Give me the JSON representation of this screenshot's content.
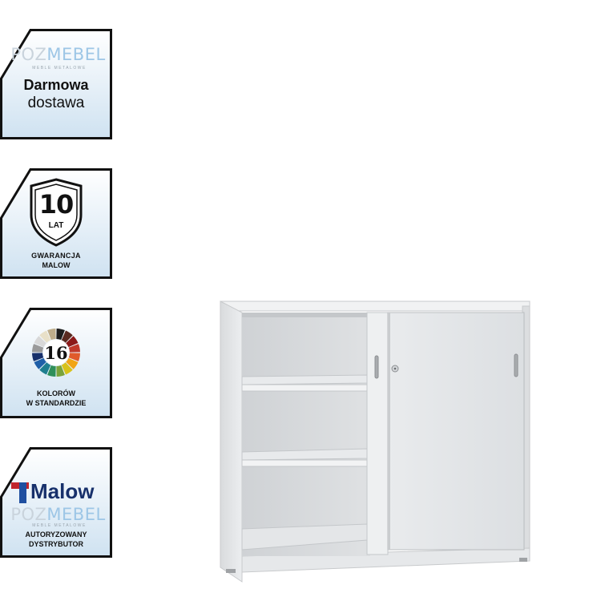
{
  "badges": {
    "delivery": {
      "logo_main": "POZ",
      "logo_accent": "MEBEL",
      "logo_sub": "MEBLE METALOWE",
      "line1": "Darmowa",
      "line2": "dostawa"
    },
    "warranty": {
      "years": "10",
      "unit": "LAT",
      "line1": "GWARANCJA",
      "line2": "MALOW"
    },
    "colors": {
      "count": "16",
      "line1": "KOLORÓW",
      "line2": "W STANDARDZIE"
    },
    "distributor": {
      "brand": "Malow",
      "logo_main": "POZ",
      "logo_accent": "MEBEL",
      "logo_sub": "MEBLE METALOWE",
      "line1": "AUTORYZOWANY",
      "line2": "DYSTRYBUTOR"
    }
  },
  "palette": [
    "#1d1d1d",
    "#5a2a20",
    "#8b1a1a",
    "#c0392b",
    "#e05a2b",
    "#f2a516",
    "#d8c21a",
    "#7aa33a",
    "#2f8f5a",
    "#1f7e8f",
    "#1f5fa8",
    "#17306b",
    "#9a9a9a",
    "#d8d8d8",
    "#e8e0c8",
    "#bfae8c"
  ],
  "product": {
    "name": "sliding-door-cabinet",
    "color": "#e4e6e8"
  }
}
